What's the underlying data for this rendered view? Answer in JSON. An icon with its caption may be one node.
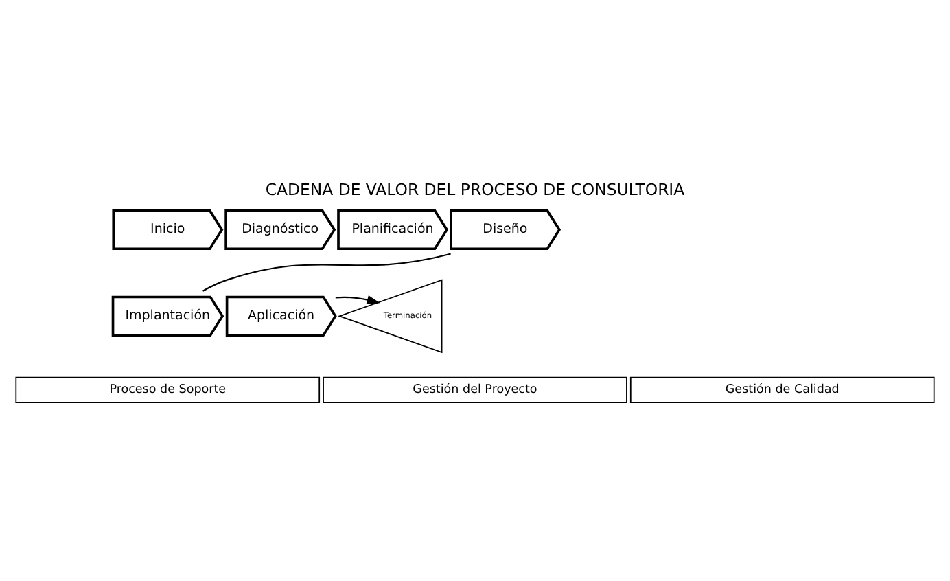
{
  "diagram": {
    "title": "CADENA DE VALOR DEL PROCESO DE CONSULTORIA",
    "nodes": [
      {
        "text": [
          "Inicio"
        ]
      },
      {
        "text": [
          "Diagnóstico"
        ]
      },
      {
        "text": [
          "Planificación"
        ]
      },
      {
        "text": [
          "Diseño"
        ]
      },
      {
        "text": [
          "Implantación"
        ]
      },
      {
        "text": [
          "Aplicación"
        ]
      },
      {
        "text": [
          "Terminación"
        ]
      },
      {
        "text": [
          "Proceso de Soporte"
        ]
      },
      {
        "text": [
          "Gestión del Proyecto"
        ]
      },
      {
        "text": [
          "Gestión de Calidad"
        ]
      }
    ],
    "edges": [
      {
        "from": 3,
        "to": 4,
        "arrow": "none"
      },
      {
        "from": 5,
        "to": 6,
        "arrow": "to"
      }
    ]
  }
}
